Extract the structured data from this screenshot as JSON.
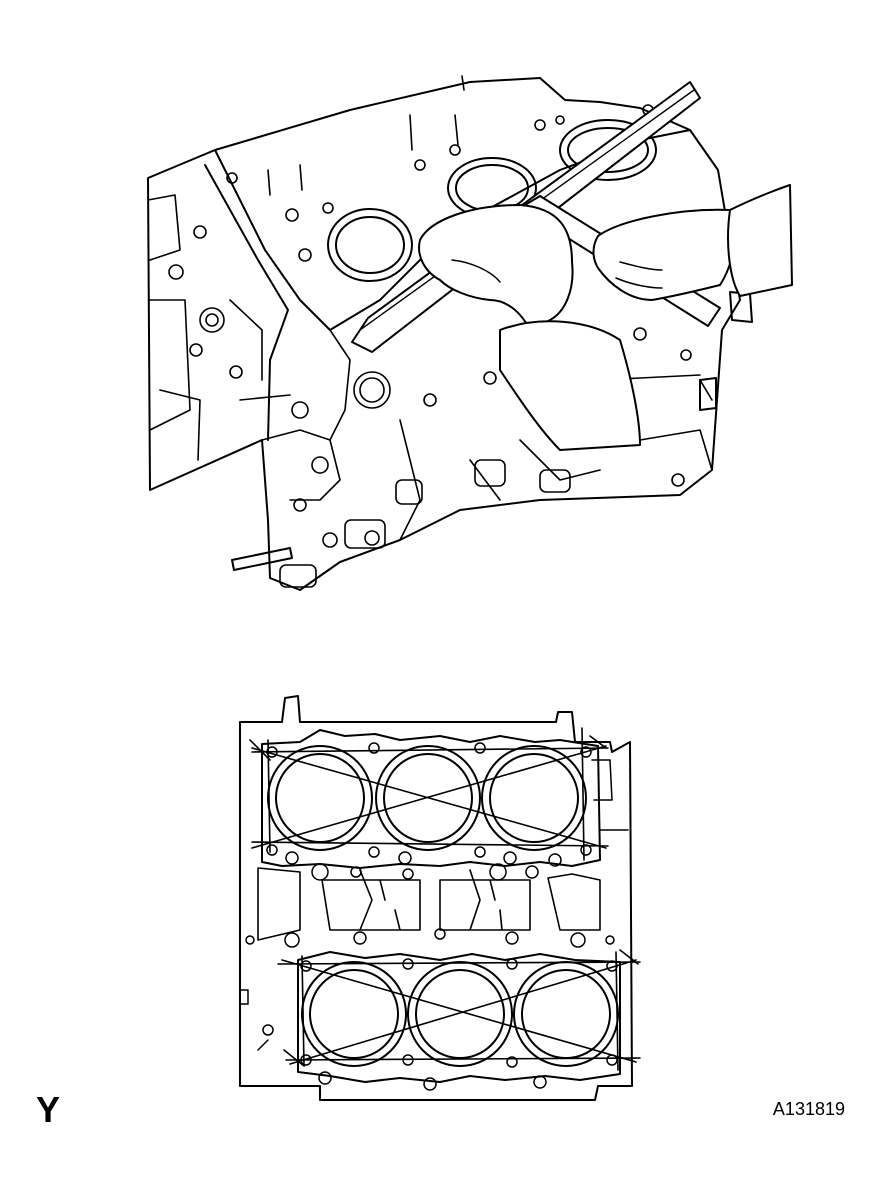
{
  "figure": {
    "corner_mark": "Y",
    "figure_id": "A131819",
    "colors": {
      "ink": "#000000",
      "paper": "#ffffff"
    },
    "upper_view": {
      "block_cylinders_visible": 3,
      "tool": "straightedge",
      "hands": 2
    },
    "lower_view": {
      "cylinder_banks": 2,
      "bores_per_bank": 3,
      "measurement_lines": "diagonal-and-edge"
    }
  }
}
